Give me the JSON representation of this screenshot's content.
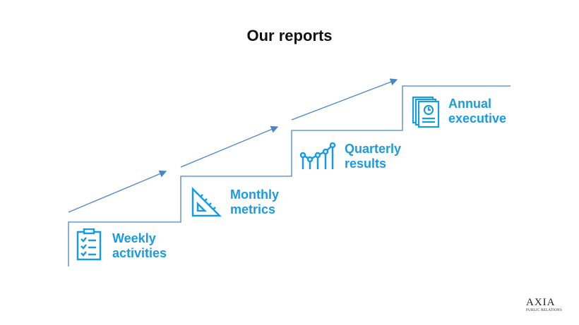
{
  "title": "Our reports",
  "steps": [
    {
      "label1": "Weekly",
      "label2": "activities",
      "icon": "clipboard-checklist-icon"
    },
    {
      "label1": "Monthly",
      "label2": "metrics",
      "icon": "set-square-ruler-icon"
    },
    {
      "label1": "Quarterly",
      "label2": "results",
      "icon": "line-chart-icon"
    },
    {
      "label1": "Annual",
      "label2": "executive",
      "icon": "report-documents-icon"
    }
  ],
  "logo": {
    "name": "AXIA",
    "tagline": "PUBLIC RELATIONS"
  },
  "colors": {
    "accent": "#1a9be0",
    "line": "#4a86c5"
  }
}
